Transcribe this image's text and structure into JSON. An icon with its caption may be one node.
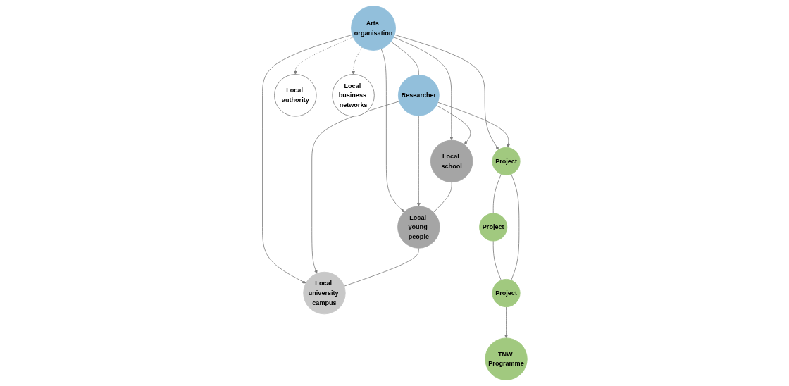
{
  "diagram": {
    "nodes": [
      {
        "text": [
          "Arts organisation"
        ]
      },
      {
        "text": [
          "Researcher"
        ]
      },
      {
        "text": [
          "Local authority"
        ]
      },
      {
        "text": [
          "Local business networks"
        ]
      },
      {
        "text": [
          "Local school"
        ]
      },
      {
        "text": [
          "Local young people"
        ]
      },
      {
        "text": [
          "Local university campus"
        ]
      },
      {
        "text": [
          "Project"
        ]
      },
      {
        "text": [
          "Project"
        ]
      },
      {
        "text": [
          "Project"
        ]
      },
      {
        "text": [
          "TNW Programme"
        ]
      }
    ],
    "edges": [
      {
        "from": 0,
        "to": 1,
        "arrow": "none"
      },
      {
        "from": 0,
        "to": 2,
        "arrow": "to",
        "style": "dashed"
      },
      {
        "from": 0,
        "to": 3,
        "arrow": "to",
        "style": "dashed"
      },
      {
        "from": 0,
        "to": 4,
        "arrow": "to"
      },
      {
        "from": 1,
        "to": 4,
        "arrow": "to"
      },
      {
        "from": 0,
        "to": 5,
        "arrow": "to"
      },
      {
        "from": 1,
        "to": 5,
        "arrow": "to"
      },
      {
        "from": 0,
        "to": 6,
        "arrow": "to"
      },
      {
        "from": 1,
        "to": 6,
        "arrow": "to"
      },
      {
        "from": 0,
        "to": 7,
        "arrow": "to"
      },
      {
        "from": 1,
        "to": 7,
        "arrow": "to"
      },
      {
        "from": 4,
        "to": 5,
        "arrow": "none"
      },
      {
        "from": 5,
        "to": 6,
        "arrow": "none"
      },
      {
        "from": 7,
        "to": 8,
        "arrow": "none"
      },
      {
        "from": 8,
        "to": 9,
        "arrow": "none"
      },
      {
        "from": 9,
        "to": 7,
        "arrow": "none"
      },
      {
        "from": 9,
        "to": 10,
        "arrow": "to"
      }
    ]
  }
}
